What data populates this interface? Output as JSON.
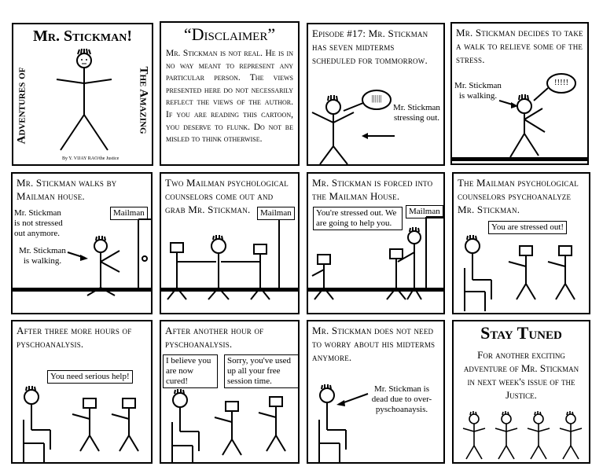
{
  "panels": {
    "p1": {
      "title": "Mr. Stickman!",
      "left_vertical": "Adventures of",
      "right_vertical": "The Amazing",
      "byline": "By Y. VIJAY RAO/the Justice"
    },
    "p2": {
      "title": "“Disclaimer”",
      "body": "Mr. Stickman is not real. He is in no way meant to represent any particular person. The views presented here do not necessarily reflect the views of the author. If you are reading this cartoon, you deserve to flunk. Do not be misled to think otherwise."
    },
    "p3": {
      "caption": "Episode #17: Mr. Stickman has seven midterms scheduled for tommorrow.",
      "bubble": "||||||",
      "note": "Mr. Stickman stressing out."
    },
    "p4": {
      "caption": "Mr. Stickman decides to take a walk to relieve some of the stress.",
      "bubble": "!!!!!",
      "note": "Mr. Stickman is walking."
    },
    "p5": {
      "caption": "Mr. Stickman walks by Mailman house.",
      "sign": "Mailman",
      "note1": "Mr. Stickman is not stressed out anymore.",
      "note2": "Mr. Stickman is walking."
    },
    "p6": {
      "caption": "Two Mailman psychological counselors come out and grab Mr. Stickman.",
      "sign": "Mailman"
    },
    "p7": {
      "caption": "Mr. Stickman is forced into the Mailman House.",
      "sign": "Mailman",
      "speech": "You're stressed out. We are going to help you."
    },
    "p8": {
      "caption": "The Mailman psychological counselors psychoanalyze Mr. Stickman.",
      "speech": "You are stressed out!"
    },
    "p9": {
      "caption": "After three more hours of pyschoanalysis.",
      "speech": "You need serious help!"
    },
    "p10": {
      "caption": "After another hour of pyschoanalysis.",
      "speech1": "I believe you are now cured!",
      "speech2": "Sorry, you've used up all your free session time."
    },
    "p11": {
      "caption": "Mr. Stickman does not need to worry about his midterms anymore.",
      "note": "Mr. Stickman is dead due to over-pyschoanaysis."
    },
    "p12": {
      "title": "Stay Tuned",
      "body": "For another exciting adventure of Mr. Stickman in next week's issue of the Justice."
    }
  }
}
